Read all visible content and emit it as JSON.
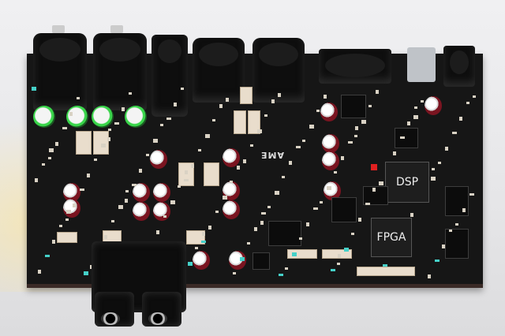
{
  "board": {
    "chips": {
      "dsp_label": "DSP",
      "fpga_label": "FPGA"
    },
    "logo": "AME"
  }
}
